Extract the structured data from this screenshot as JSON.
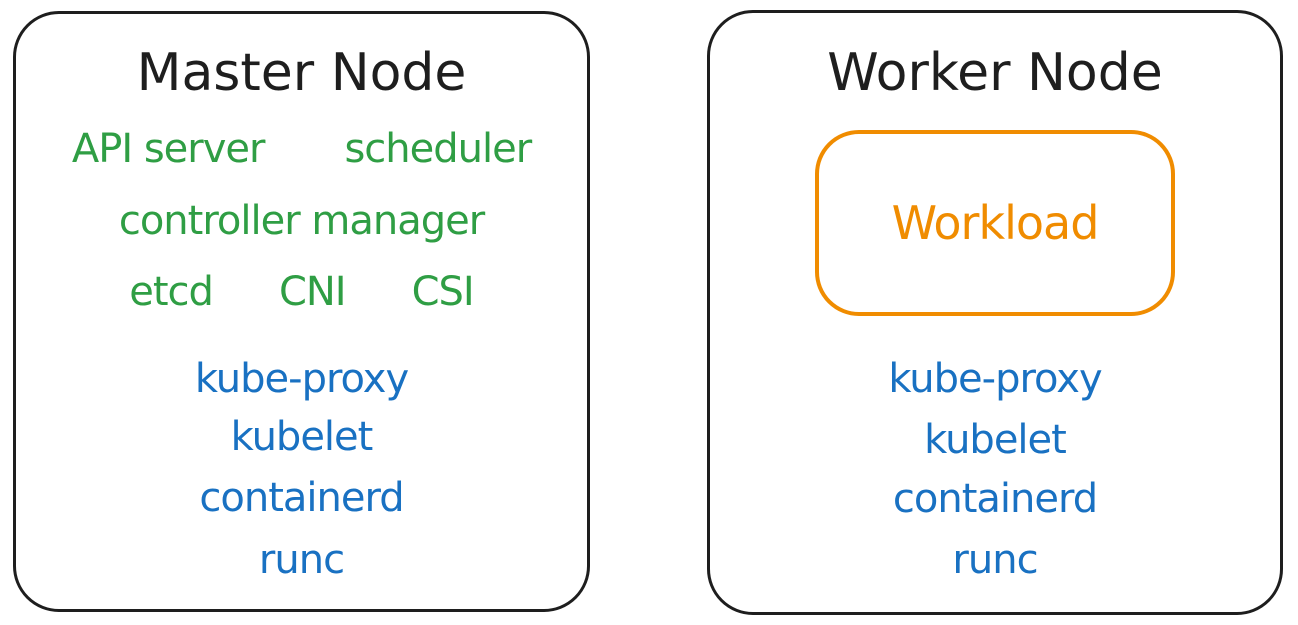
{
  "colors": {
    "stroke": "#1e1e1e",
    "control_plane": "#2f9e44",
    "runtime": "#1971c2",
    "workload": "#f08c00",
    "background": "#ffffff"
  },
  "master": {
    "title": "Master Node",
    "control_plane": {
      "row1": [
        "API server",
        "scheduler"
      ],
      "row2": "controller manager",
      "row3": [
        "etcd",
        "CNI",
        "CSI"
      ]
    },
    "runtime": [
      "kube-proxy",
      "kubelet",
      "containerd",
      "runc"
    ]
  },
  "worker": {
    "title": "Worker Node",
    "workload_label": "Workload",
    "runtime": [
      "kube-proxy",
      "kubelet",
      "containerd",
      "runc"
    ]
  }
}
